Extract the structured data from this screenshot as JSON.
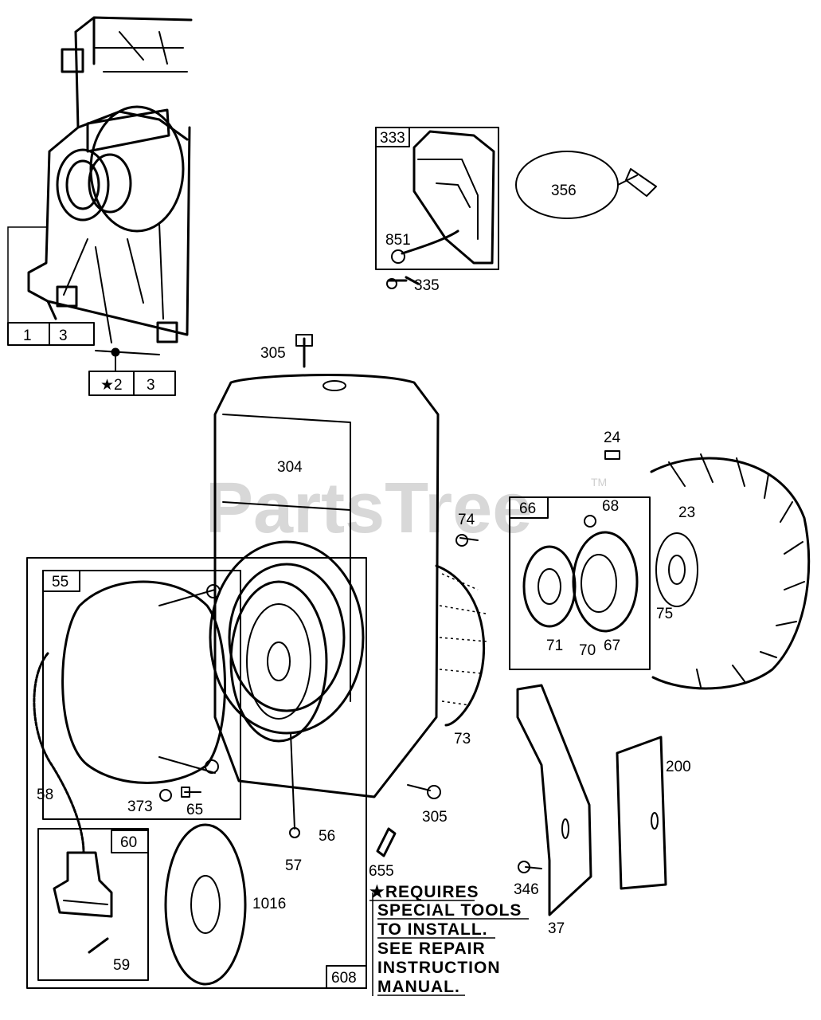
{
  "watermark": {
    "text": "PartsTree",
    "tm": "TM"
  },
  "callouts": {
    "c1": "1",
    "c3a": "3",
    "c2": "★2",
    "c3b": "3",
    "c333": "333",
    "c356": "356",
    "c851": "851",
    "c335": "335",
    "c305a": "305",
    "c304": "304",
    "c24": "24",
    "c23": "23",
    "c66": "66",
    "c68": "68",
    "c74": "74",
    "c75": "75",
    "c71": "71",
    "c70": "70",
    "c67": "67",
    "c55": "55",
    "c73": "73",
    "c200": "200",
    "c58": "58",
    "c373": "373",
    "c65": "65",
    "c305b": "305",
    "c56": "56",
    "c57": "57",
    "c655": "655",
    "c346": "346",
    "c37": "37",
    "c60": "60",
    "c1016": "1016",
    "c59": "59",
    "c608": "608"
  },
  "note": {
    "line1": "★REQUIRES",
    "line2": "SPECIAL TOOLS",
    "line3": "TO INSTALL.",
    "line4": "SEE REPAIR",
    "line5": "INSTRUCTION",
    "line6": "MANUAL."
  }
}
